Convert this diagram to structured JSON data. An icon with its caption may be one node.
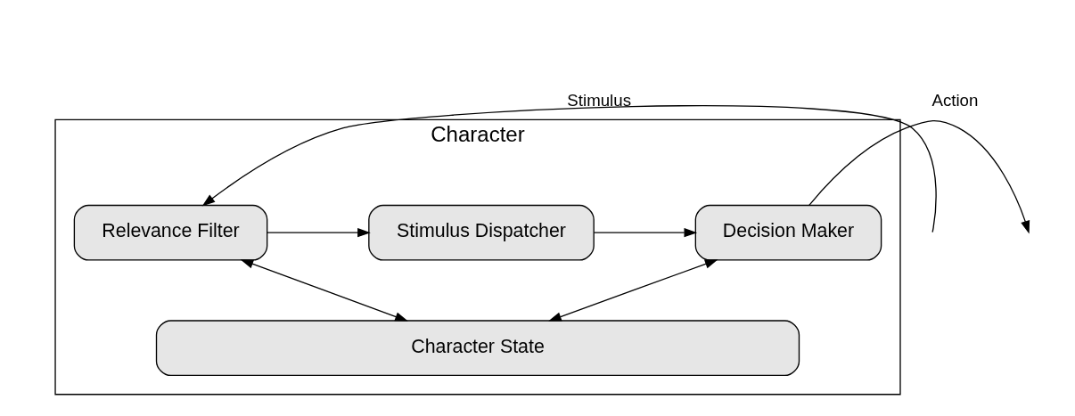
{
  "diagram": {
    "nodes": [
      {
        "text": [
          "Character"
        ]
      },
      {
        "text": [
          "Relevance Filter"
        ],
        "in": 0
      },
      {
        "text": [
          "Stimulus Dispatcher"
        ],
        "in": 0
      },
      {
        "text": [
          "Decision Maker"
        ],
        "in": 0
      },
      {
        "text": [
          "Character State"
        ],
        "in": 0
      }
    ],
    "edges": [
      {
        "from": null,
        "to": 1,
        "arrow": "to",
        "label": "Stimulus"
      },
      {
        "from": 1,
        "to": 2,
        "arrow": "to"
      },
      {
        "from": 2,
        "to": 3,
        "arrow": "to"
      },
      {
        "from": 3,
        "to": null,
        "arrow": "to",
        "label": "Action"
      },
      {
        "from": 1,
        "to": 4,
        "arrow": "both"
      },
      {
        "from": 3,
        "to": 4,
        "arrow": "both"
      }
    ]
  }
}
